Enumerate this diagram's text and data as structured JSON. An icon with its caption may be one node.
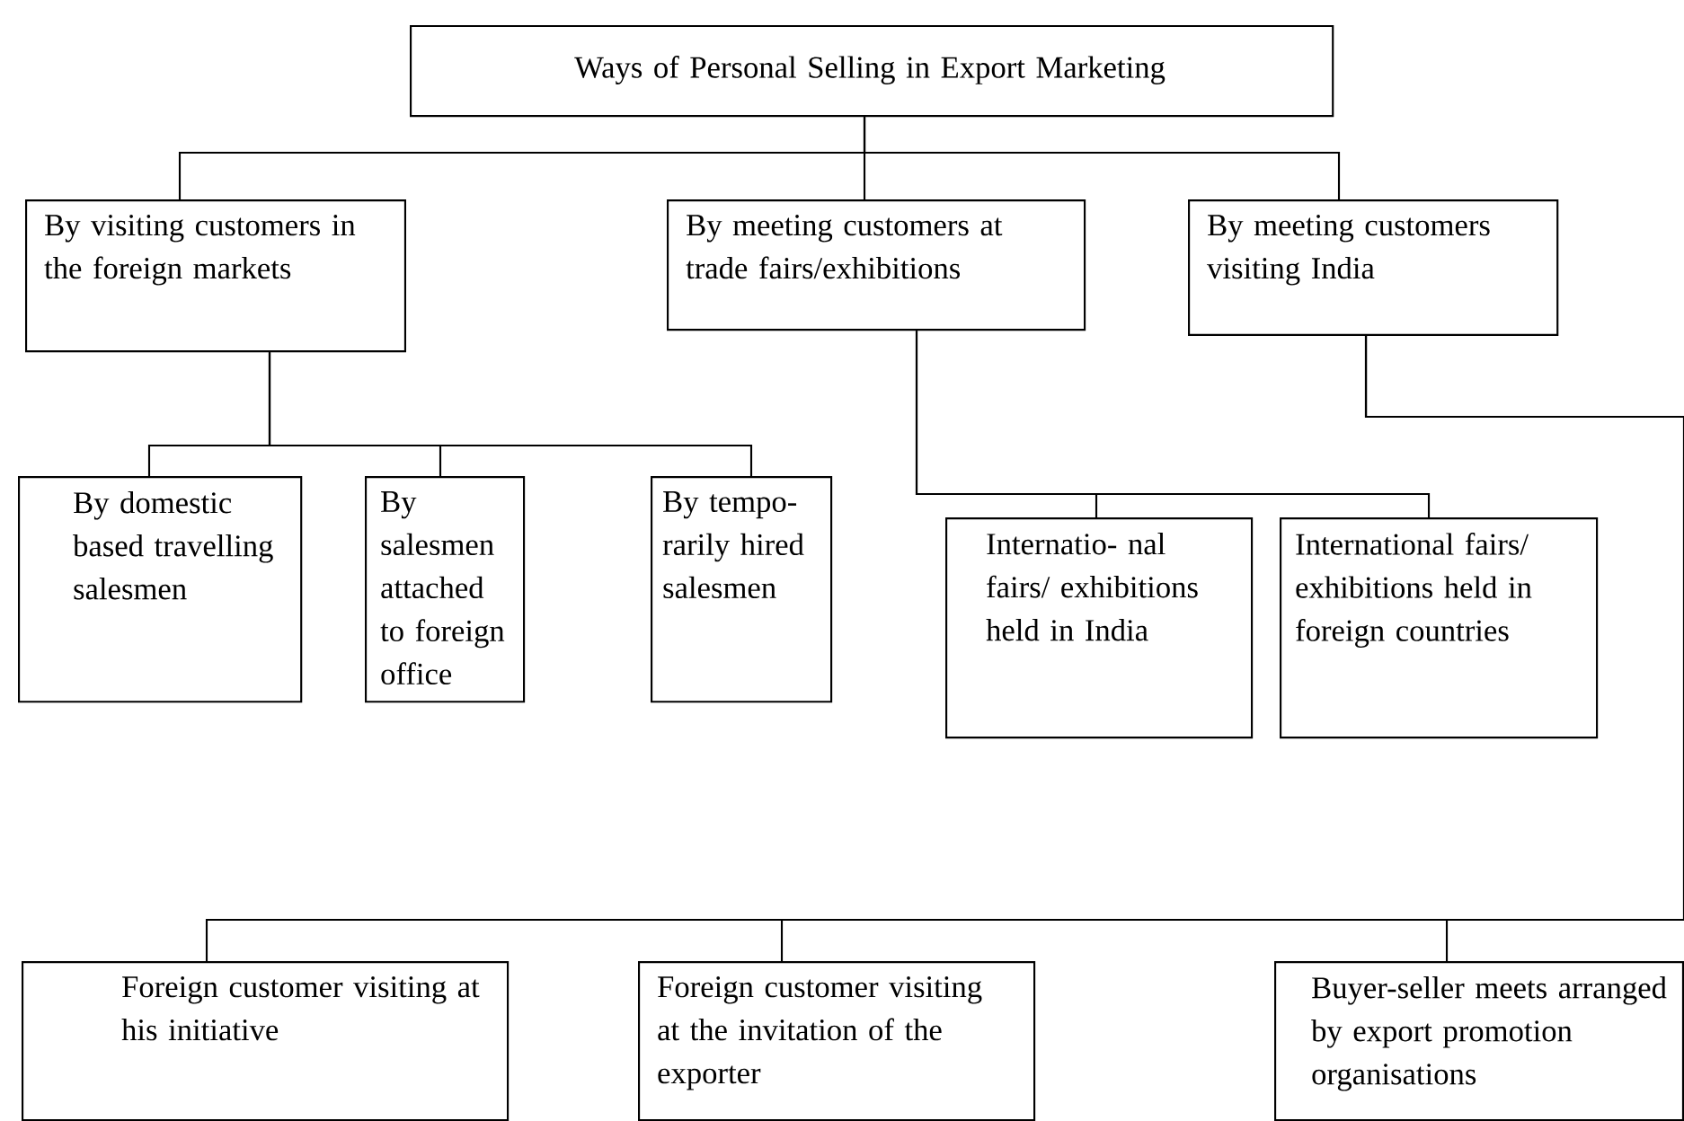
{
  "diagram": {
    "nodes": [
      {
        "text": [
          "Ways of Personal Selling in Export Marketing"
        ]
      },
      {
        "text": [
          "By visiting customers in the foreign markets"
        ]
      },
      {
        "text": [
          "By meeting customers at trade fairs/exhibitions"
        ]
      },
      {
        "text": [
          "By meeting customers visiting India"
        ]
      },
      {
        "text": [
          "By domestic based travelling salesmen"
        ]
      },
      {
        "text": [
          "By salesmen attached to foreign office"
        ]
      },
      {
        "text": [
          "By tempo- rarily hired salesmen"
        ]
      },
      {
        "text": [
          "Internatio- nal fairs/ exhibitions held in India"
        ]
      },
      {
        "text": [
          "International fairs/ exhibitions held in foreign countries"
        ]
      },
      {
        "text": [
          "Foreign customer visiting at his initiative"
        ]
      },
      {
        "text": [
          "Foreign customer visiting at the invitation of the exporter"
        ]
      },
      {
        "text": [
          "Buyer-seller meets arranged by export promotion organisations"
        ]
      }
    ],
    "edges": [
      {
        "from": 0,
        "to": 1,
        "arrow": "none"
      },
      {
        "from": 0,
        "to": 2,
        "arrow": "none"
      },
      {
        "from": 0,
        "to": 3,
        "arrow": "none"
      },
      {
        "from": 1,
        "to": 4,
        "arrow": "none"
      },
      {
        "from": 1,
        "to": 5,
        "arrow": "none"
      },
      {
        "from": 1,
        "to": 6,
        "arrow": "none"
      },
      {
        "from": 2,
        "to": 7,
        "arrow": "none"
      },
      {
        "from": 2,
        "to": 8,
        "arrow": "none"
      },
      {
        "from": 3,
        "to": 9,
        "arrow": "none"
      },
      {
        "from": 3,
        "to": 10,
        "arrow": "none"
      },
      {
        "from": 3,
        "to": 11,
        "arrow": "none"
      }
    ]
  }
}
